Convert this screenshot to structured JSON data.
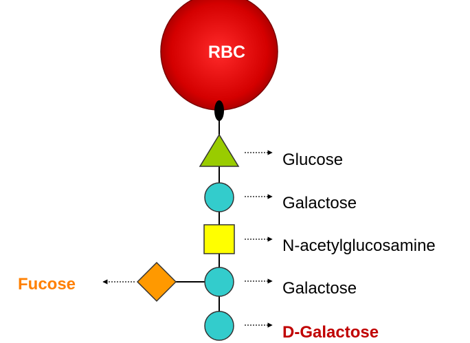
{
  "cell": {
    "label": "RBC",
    "fill": "#d40000",
    "label_color": "#ffffff"
  },
  "sugars": [
    {
      "shape": "triangle",
      "label": "Glucose",
      "fill": "#99cc00",
      "label_color": "#000000"
    },
    {
      "shape": "circle",
      "label": "Galactose",
      "fill": "#33cccc",
      "label_color": "#000000"
    },
    {
      "shape": "square",
      "label": "N-acetylglucosamine",
      "fill": "#ffff00",
      "label_color": "#000000"
    },
    {
      "shape": "circle",
      "label": "Galactose",
      "fill": "#33cccc",
      "label_color": "#000000"
    },
    {
      "shape": "circle",
      "label": "D-Galactose",
      "fill": "#33cccc",
      "label_color": "#c00000"
    }
  ],
  "branch": {
    "shape": "diamond",
    "label": "Fucose",
    "fill": "#ff9900",
    "label_color": "#ff8000"
  }
}
